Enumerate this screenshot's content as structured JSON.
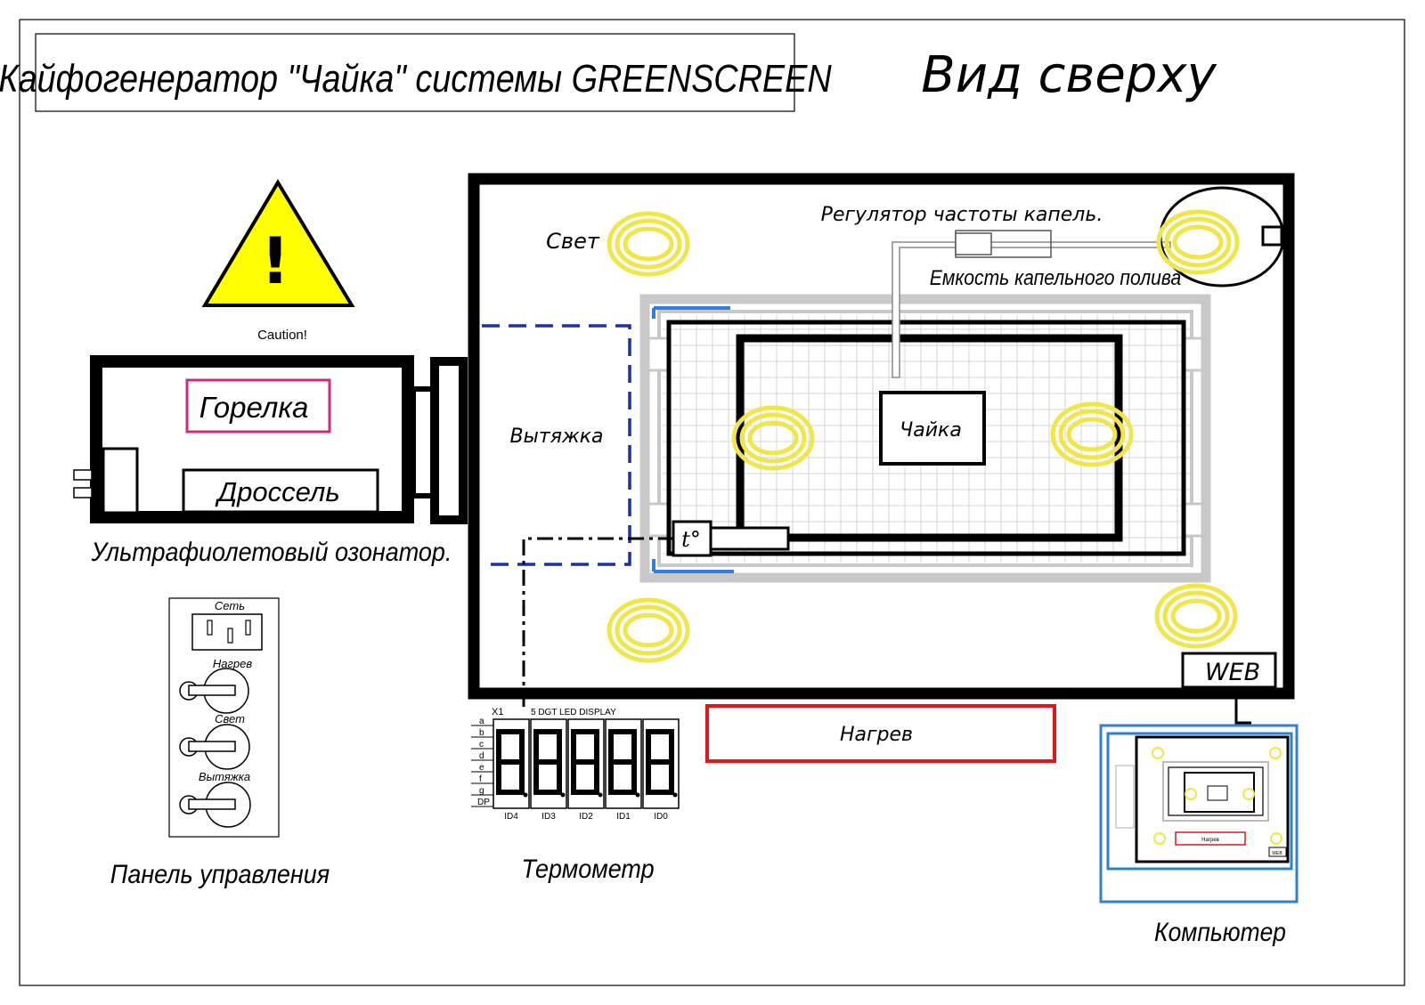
{
  "header": {
    "title": "Кайфогенератор \"Чайка\" системы GREENSCREEN",
    "view_label": "Вид сверху"
  },
  "caution": {
    "symbol": "!",
    "label": "Caution!"
  },
  "ozonator": {
    "burner_label": "Горелка",
    "choke_label": "Дроссель",
    "caption": "Ультрафиолетовый озонатор."
  },
  "control_panel": {
    "caption": "Панель управления",
    "socket_label": "Сеть",
    "switches": [
      {
        "label": "Нагрев"
      },
      {
        "label": "Свет"
      },
      {
        "label": "Вытяжка"
      }
    ]
  },
  "enclosure": {
    "light_label": "Свет",
    "drip_regulator_label": "Регулятор частоты капель.",
    "drip_tank_label": "Емкость капельного полива",
    "exhaust_label": "Вытяжка",
    "seagull_label": "Чайка",
    "temp_sensor_label": "t°",
    "web_label": "WEB"
  },
  "heater_label": "Нагрев",
  "thermometer": {
    "caption": "Термометр",
    "module_id": "X1",
    "module_title": "5 DGT LED DISPLAY",
    "segment_pins": [
      "a",
      "b",
      "c",
      "d",
      "e",
      "f",
      "g",
      "DP"
    ],
    "digit_ids": [
      "ID4",
      "ID3",
      "ID2",
      "ID1",
      "ID0"
    ]
  },
  "computer": {
    "caption": "Компьютер",
    "screen_labels": [
      "Нагрев",
      "WEB"
    ]
  },
  "colors": {
    "lamp": "#f0e64a",
    "warning_fill": "#ffff00",
    "exhaust_dash": "#1a2fa8",
    "burner_border": "#d6287a",
    "heater_border": "#e01818",
    "computer_border": "#2f7fd8",
    "grid_gray": "#c8c8c8"
  }
}
